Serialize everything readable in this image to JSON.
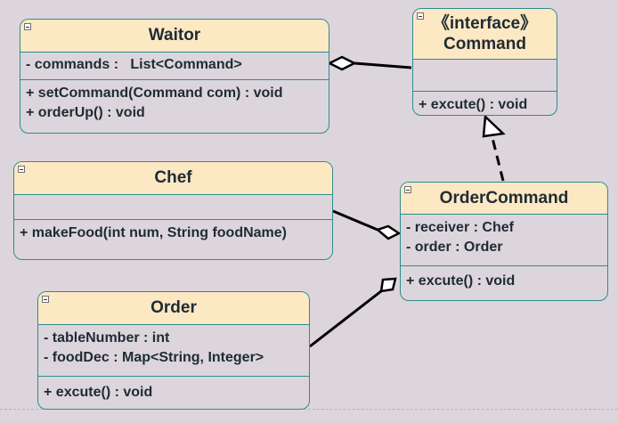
{
  "classes": {
    "waiter": {
      "name": "Waitor",
      "attributes": [
        "- commands :   List<Command>"
      ],
      "operations": [
        "+ setCommand(Command com) : void",
        "+ orderUp() : void"
      ]
    },
    "command": {
      "stereotype": "《interface》",
      "name": "Command",
      "attributes": [],
      "operations": [
        "+ excute() : void"
      ]
    },
    "chef": {
      "name": "Chef",
      "attributes": [],
      "operations": [
        "+ makeFood(int num, String foodName)"
      ]
    },
    "order_command": {
      "name": "OrderCommand",
      "attributes": [
        "- receiver : Chef",
        "- order : Order"
      ],
      "operations": [
        "+ excute() : void"
      ]
    },
    "order": {
      "name": "Order",
      "attributes": [
        "- tableNumber : int",
        "- foodDec : Map<String, Integer>"
      ],
      "operations": [
        "+ excute() : void"
      ]
    }
  },
  "colors": {
    "background": "#ddd5dc",
    "header_fill": "#fde8c4",
    "border": "#2d8c8c",
    "text": "#1f2b33",
    "connector": "#000000"
  }
}
